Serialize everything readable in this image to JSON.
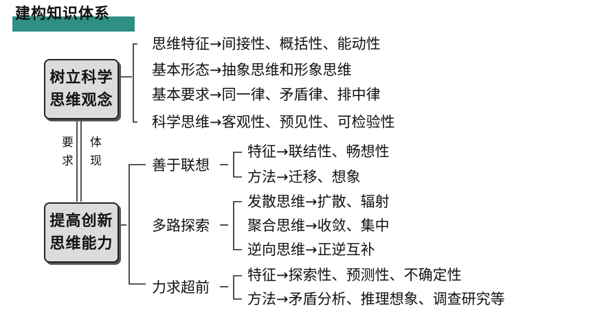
{
  "header": {
    "title": "建构知识体系"
  },
  "node_top": {
    "line1": "树立科学",
    "line2": "思维观念"
  },
  "node_bottom": {
    "line1": "提高创新",
    "line2": "思维能力"
  },
  "connector": {
    "left_label": [
      "要",
      "求"
    ],
    "right_label": [
      "体",
      "现"
    ]
  },
  "top_branches": [
    {
      "name": "思维特征",
      "detail": "间接性、概括性、能动性"
    },
    {
      "name": "基本形态",
      "detail": "抽象思维和形象思维"
    },
    {
      "name": "基本要求",
      "detail": "同一律、矛盾律、排中律"
    },
    {
      "name": "科学思维",
      "detail": "客观性、预见性、可检验性"
    }
  ],
  "bottom_groups": [
    {
      "name": "善于联想",
      "items": [
        {
          "name": "特征",
          "detail": "联结性、畅想性"
        },
        {
          "name": "方法",
          "detail": "迁移、想象"
        }
      ]
    },
    {
      "name": "多路探索",
      "items": [
        {
          "name": "发散思维",
          "detail": "扩散、辐射"
        },
        {
          "name": "聚合思维",
          "detail": "收敛、集中"
        },
        {
          "name": "逆向思维",
          "detail": "正逆互补"
        }
      ]
    },
    {
      "name": "力求超前",
      "items": [
        {
          "name": "特征",
          "detail": "探索性、预测性、不确定性"
        },
        {
          "name": "方法",
          "detail": "矛盾分析、推理想象、调查研究等"
        }
      ]
    }
  ],
  "arrow_glyph": "→",
  "colors": {
    "header_bar": "#2e8f83",
    "box_fill": "#dcdcdc",
    "line": "#222222"
  }
}
